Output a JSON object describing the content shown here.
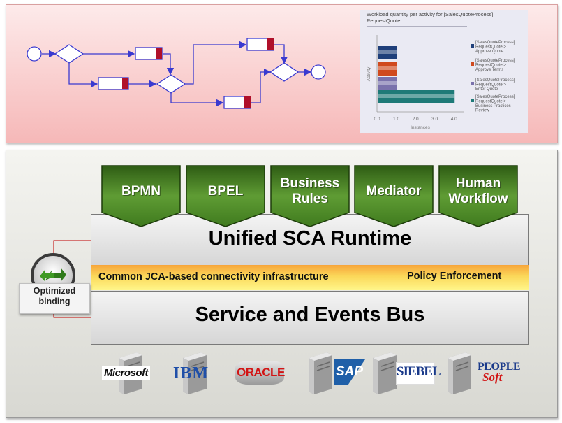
{
  "chart": {
    "title_line1": "Workload quantity per activity for [SalesQuoteProcess]",
    "title_line2": "RequestQuote",
    "ylabel": "Activity",
    "xlabel": "Instances",
    "ticks": [
      "0.0",
      "1.0",
      "2.0",
      "3.0",
      "4.0"
    ]
  },
  "chart_data": {
    "type": "bar",
    "orientation": "horizontal",
    "title": "Workload quantity per activity for [SalesQuoteProcess] RequestQuote",
    "xlabel": "Instances",
    "ylabel": "Activity",
    "xlim": [
      0,
      4.5
    ],
    "legend_position": "right",
    "categories": [
      "[SalesQuoteProcess] RequestQuote > Approve Quote",
      "[SalesQuoteProcess] RequestQuote > Approve Terms",
      "[SalesQuoteProcess] RequestQuote > Enter Quote",
      "[SalesQuoteProcess] RequestQuote > Business Practices Review"
    ],
    "values": [
      1,
      1,
      1,
      4
    ],
    "legend": [
      {
        "lines": [
          "[SalesQuoteProcess]",
          "RequestQuote >",
          "Approve Quote"
        ],
        "color": "#1f3f7a"
      },
      {
        "lines": [
          "[SalesQuoteProcess]",
          "RequestQuote >",
          "Approve Terms"
        ],
        "color": "#d04a1e"
      },
      {
        "lines": [
          "[SalesQuoteProcess]",
          "RequestQuote >",
          "Enter Quote"
        ],
        "color": "#7a72ac"
      },
      {
        "lines": [
          "[SalesQuoteProcess]",
          "RequestQuote >",
          "Business Practices",
          "Review"
        ],
        "color": "#1e7a78"
      }
    ]
  },
  "tabs": [
    {
      "label": "BPMN"
    },
    {
      "label": "BPEL"
    },
    {
      "label": "Business Rules"
    },
    {
      "label": "Mediator"
    },
    {
      "label": "Human Workflow"
    }
  ],
  "layers": {
    "sca_runtime": "Unified SCA Runtime",
    "jca_infrastructure": "Common JCA-based connectivity infrastructure",
    "policy": "Policy Enforcement",
    "bus": "Service and Events Bus"
  },
  "binding": {
    "label": "Optimized binding",
    "icon": "sync-arrows-icon"
  },
  "vendors": {
    "microsoft": "Microsoft",
    "ibm": "IBM",
    "oracle": "ORACLE",
    "sap": "SAP",
    "siebel": "SIEBEL",
    "peoplesoft_1": "PEOPLE",
    "peoplesoft_2": "Soft"
  },
  "colors": {
    "tab_green": "#3f7a1e",
    "flow_blue": "#3a3ad0",
    "task_red": "#b0102a",
    "jca_orange": "#f7a53a"
  }
}
